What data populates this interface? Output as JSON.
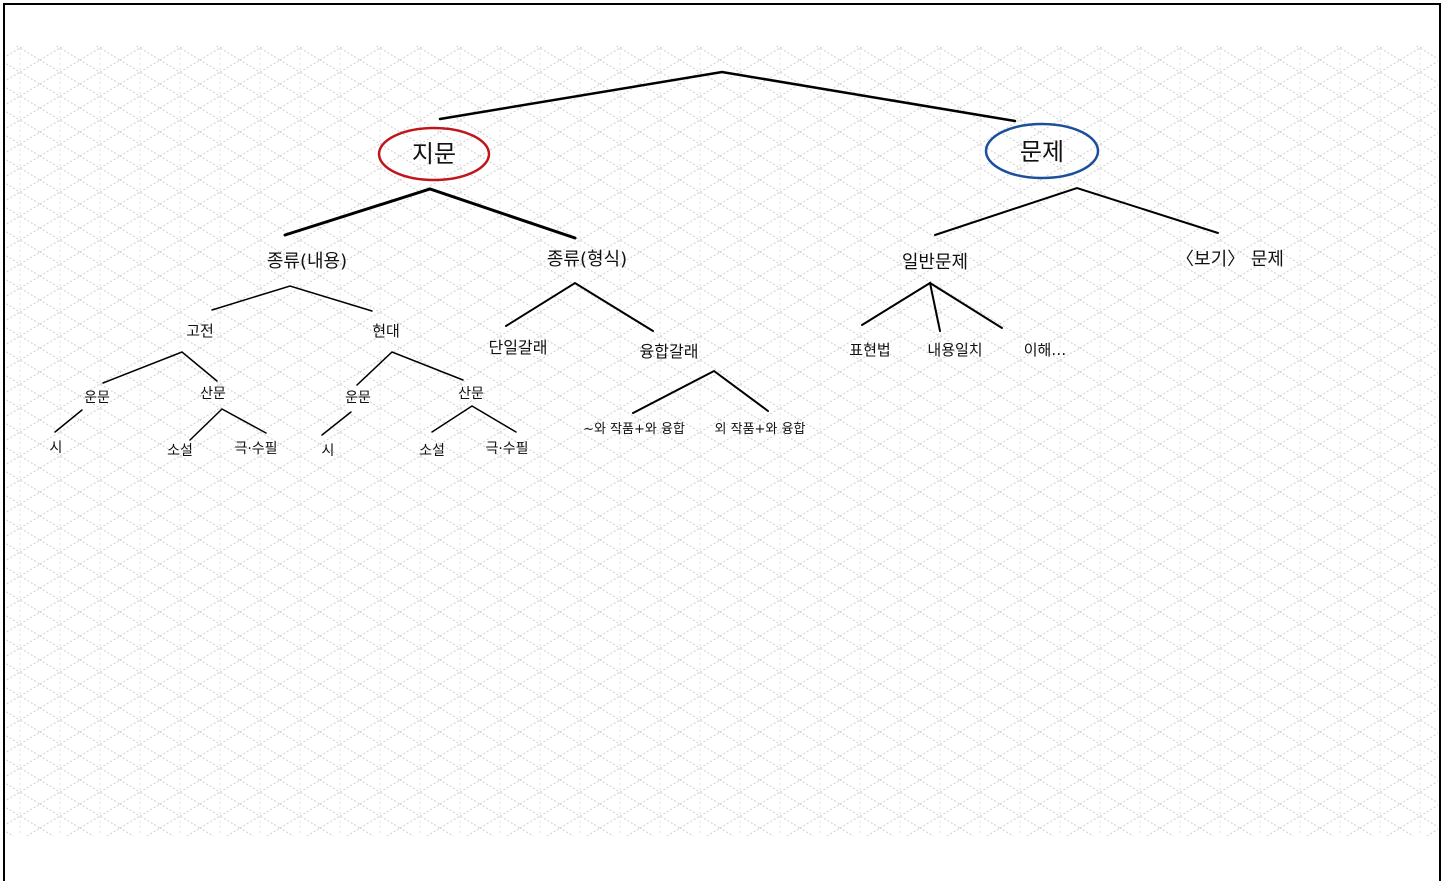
{
  "tree": {
    "root": {
      "left": {
        "label": "지문",
        "color": "#c0161b",
        "children": {
          "by_genre": {
            "label": "종류(내용)",
            "classical": {
              "label": "고전",
              "verse": {
                "label": "운문",
                "children": [
                  "시"
                ]
              },
              "prose": {
                "label": "산문",
                "children": [
                  "소설",
                  "극·수필"
                ]
              }
            },
            "modern": {
              "label": "현대",
              "verse": {
                "label": "운문",
                "children": [
                  "시"
                ]
              },
              "prose": {
                "label": "산문",
                "children": [
                  "소설",
                  "극·수필"
                ]
              }
            }
          },
          "by_form": {
            "label": "종류(형식)",
            "single": {
              "label": "단일갈래"
            },
            "combined": {
              "label": "융합갈래",
              "children": [
                "~와 작품+와 융합",
                "외 작품+와 융합"
              ]
            }
          }
        }
      },
      "right": {
        "label": "문제",
        "color": "#1b4f9c",
        "children": {
          "general": {
            "label": "일반문제",
            "children": [
              "표현법",
              "내용일치",
              "이해…"
            ]
          },
          "bogi": {
            "label": "〈보기〉 문제"
          }
        }
      }
    }
  }
}
